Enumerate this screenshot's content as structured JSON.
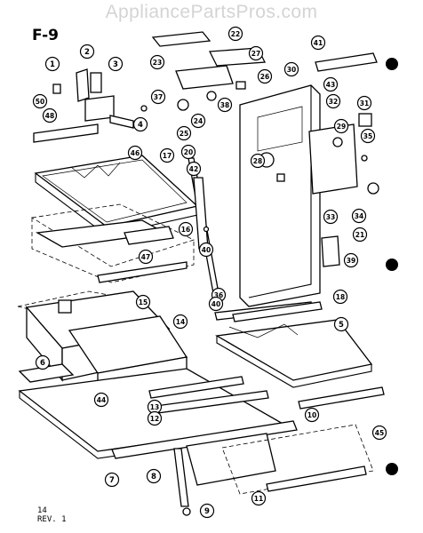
{
  "watermark": "AppliancePartsPros.com",
  "figure_label": "F-9",
  "page_number": "14",
  "revision": "REV. 1",
  "callouts": [
    {
      "label": "1"
    },
    {
      "label": "2"
    },
    {
      "label": "3"
    },
    {
      "label": "37"
    },
    {
      "label": "50"
    },
    {
      "label": "4"
    },
    {
      "label": "48"
    },
    {
      "label": "46"
    },
    {
      "label": "17"
    },
    {
      "label": "42"
    },
    {
      "label": "20"
    },
    {
      "label": "16"
    },
    {
      "label": "47"
    },
    {
      "label": "40"
    },
    {
      "label": "22"
    },
    {
      "label": "27"
    },
    {
      "label": "23"
    },
    {
      "label": "26"
    },
    {
      "label": "30"
    },
    {
      "label": "38"
    },
    {
      "label": "24"
    },
    {
      "label": "25"
    },
    {
      "label": "28"
    },
    {
      "label": "41"
    },
    {
      "label": "43"
    },
    {
      "label": "32"
    },
    {
      "label": "31"
    },
    {
      "label": "29"
    },
    {
      "label": "35"
    },
    {
      "label": "33"
    },
    {
      "label": "34"
    },
    {
      "label": "21"
    },
    {
      "label": "39"
    },
    {
      "label": "36"
    },
    {
      "label": "18"
    },
    {
      "label": "15"
    },
    {
      "label": "14"
    },
    {
      "label": "40"
    },
    {
      "label": "5"
    },
    {
      "label": "6"
    },
    {
      "label": "44"
    },
    {
      "label": "13"
    },
    {
      "label": "12"
    },
    {
      "label": "10"
    },
    {
      "label": "45"
    },
    {
      "label": "7"
    },
    {
      "label": "8"
    },
    {
      "label": "9"
    },
    {
      "label": "11"
    }
  ]
}
